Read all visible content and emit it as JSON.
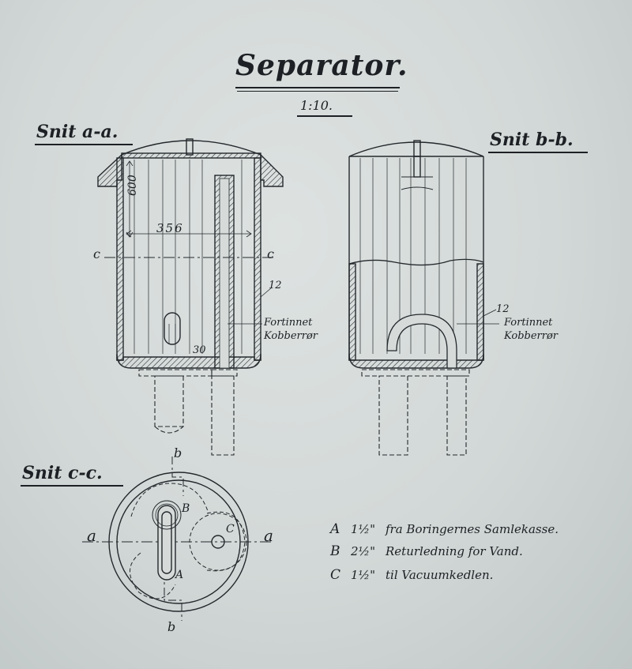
{
  "title": "Separator.",
  "scale": "1:10.",
  "sections": {
    "aa": "Snit a-a.",
    "bb": "Snit b-b.",
    "cc": "Snit c-c."
  },
  "dimensions": {
    "height": "600",
    "width": "356",
    "wall": "12",
    "bottom": "30"
  },
  "section_letters": {
    "c_left": "c",
    "c_right": "c",
    "a_left": "a",
    "a_right": "a",
    "b_top": "b",
    "b_bottom": "b"
  },
  "pipe_note": [
    "Fortinnet",
    "Kobberrør"
  ],
  "wall_note_bb": "12",
  "connection_letters": {
    "a": "A",
    "b": "B",
    "c": "C"
  },
  "legend": [
    {
      "key": "A",
      "size": "1½\"",
      "text": "fra Boringernes Samlekasse."
    },
    {
      "key": "B",
      "size": "2½\"",
      "text": "Returledning for Vand."
    },
    {
      "key": "C",
      "size": "1½\"",
      "text": "til Vacuumkedlen."
    }
  ]
}
